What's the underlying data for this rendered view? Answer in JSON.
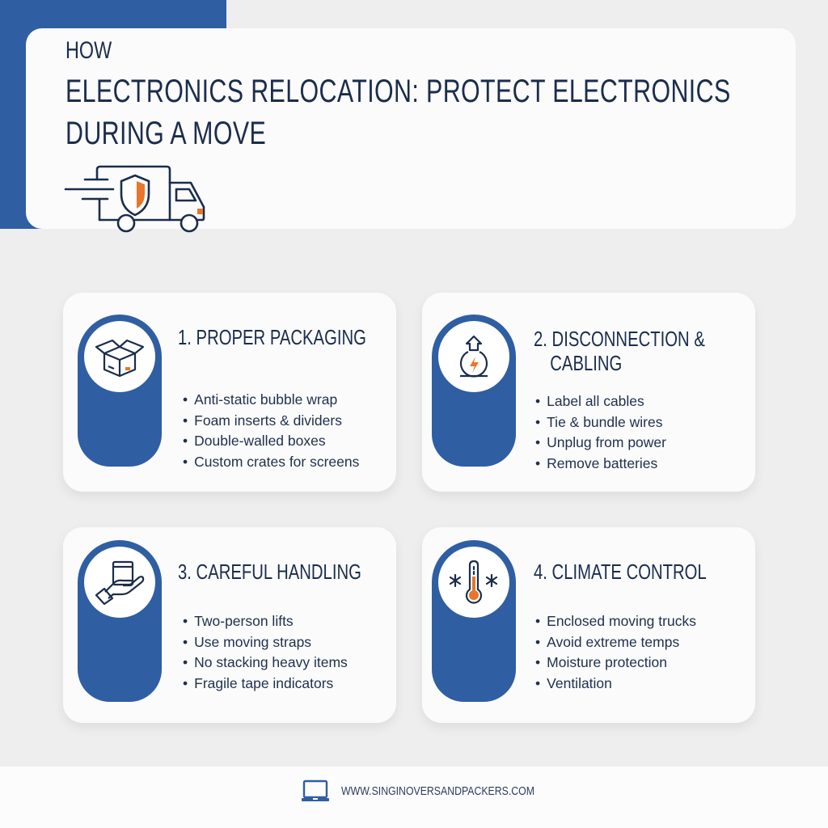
{
  "header": {
    "kicker": "HOW",
    "title_line1": "ELECTRONICS RELOCATION: PROTECT ELECTRONICS",
    "title_line2": "DURING A MOVE",
    "icon": "moving-truck-shield-icon"
  },
  "colors": {
    "primary_blue": "#2f5ea3",
    "navy_text": "#1b2d4c",
    "accent_orange": "#e8762b",
    "background": "#eeeeee",
    "card": "#fbfbfb"
  },
  "cards": [
    {
      "title": "1. PROPER PACKAGING",
      "icon": "open-box-icon",
      "items": [
        "Anti-static bubble wrap",
        "Foam inserts & dividers",
        "Double-walled boxes",
        "Custom crates for screens"
      ]
    },
    {
      "title_line1": "2. DISCONNECTION &",
      "title_line2": "CABLING",
      "icon": "power-plug-lightning-icon",
      "items": [
        "Label all cables",
        "Tie & bundle wires",
        "Unplug from power",
        "Remove batteries"
      ]
    },
    {
      "title": "3. CAREFUL HANDLING",
      "icon": "hand-holding-box-icon",
      "items": [
        "Two-person lifts",
        "Use moving straps",
        "No stacking heavy items",
        "Fragile tape indicators"
      ]
    },
    {
      "title": "4. CLIMATE CONTROL",
      "icon": "thermometer-snowflake-icon",
      "items": [
        "Enclosed moving trucks",
        "Avoid extreme temps",
        "Moisture protection",
        "Ventilation"
      ]
    }
  ],
  "footer": {
    "icon": "laptop-icon",
    "url": "WWW.SINGINOVERSANDPACKERS.COM"
  }
}
